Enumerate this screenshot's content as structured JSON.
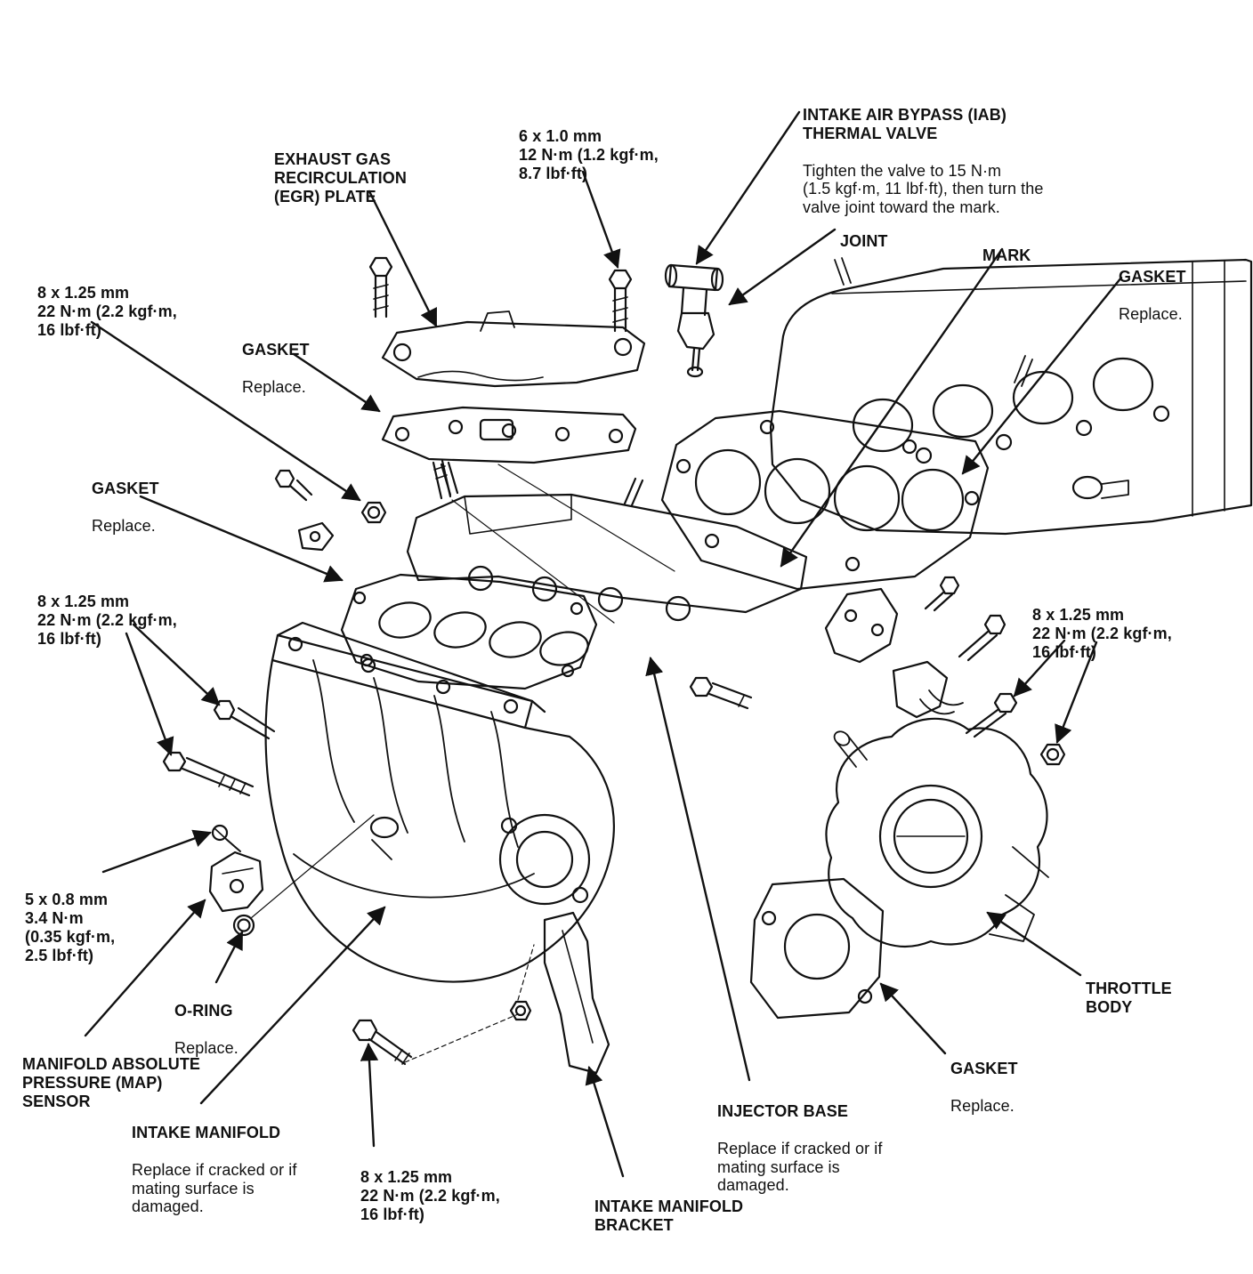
{
  "figure": {
    "kind": "exploded-parts-diagram",
    "subject": "Intake manifold assembly service diagram",
    "background_color": "#ffffff",
    "line_color": "#111111"
  },
  "labels": {
    "bolt_6x10_top": {
      "title": "6 x 1.0 mm\n12 N·m (1.2 kgf·m,\n8.7 lbf·ft)"
    },
    "egr_plate": {
      "title": "EXHAUST GAS\nRECIRCULATION\n(EGR) PLATE"
    },
    "iab_thermal_valve": {
      "title": "INTAKE AIR BYPASS (IAB)\nTHERMAL VALVE",
      "note": "Tighten the valve to 15 N·m\n(1.5 kgf·m, 11 lbf·ft), then turn the\nvalve joint toward the mark."
    },
    "joint": {
      "title": "JOINT"
    },
    "mark": {
      "title": "MARK"
    },
    "gasket_top_right": {
      "title": "GASKET",
      "note": "Replace."
    },
    "bolt_8x125_upper_left": {
      "title": "8 x 1.25 mm\n22 N·m (2.2 kgf·m,\n16 lbf·ft)"
    },
    "gasket_egr": {
      "title": "GASKET",
      "note": "Replace."
    },
    "gasket_intake": {
      "title": "GASKET",
      "note": "Replace."
    },
    "bolt_8x125_mid_left": {
      "title": "8 x 1.25 mm\n22 N·m (2.2 kgf·m,\n16 lbf·ft)"
    },
    "bolt_8x125_right": {
      "title": "8 x 1.25 mm\n22 N·m (2.2 kgf·m,\n16 lbf·ft)"
    },
    "bolt_5x08": {
      "title": "5 x 0.8 mm\n3.4 N·m\n(0.35 kgf·m,\n2.5 lbf·ft)"
    },
    "o_ring": {
      "title": "O-RING",
      "note": "Replace."
    },
    "map_sensor": {
      "title": "MANIFOLD ABSOLUTE\nPRESSURE (MAP)\nSENSOR"
    },
    "intake_manifold": {
      "title": "INTAKE MANIFOLD",
      "note": "Replace if cracked or if\nmating surface is\ndamaged."
    },
    "bolt_8x125_bottom": {
      "title": "8 x 1.25 mm\n22 N·m (2.2 kgf·m,\n16 lbf·ft)"
    },
    "intake_manifold_bracket": {
      "title": "INTAKE MANIFOLD\nBRACKET"
    },
    "injector_base": {
      "title": "INJECTOR BASE",
      "note": "Replace if cracked or if\nmating surface is\ndamaged."
    },
    "gasket_throttle": {
      "title": "GASKET",
      "note": "Replace."
    },
    "throttle_body": {
      "title": "THROTTLE\nBODY"
    }
  }
}
